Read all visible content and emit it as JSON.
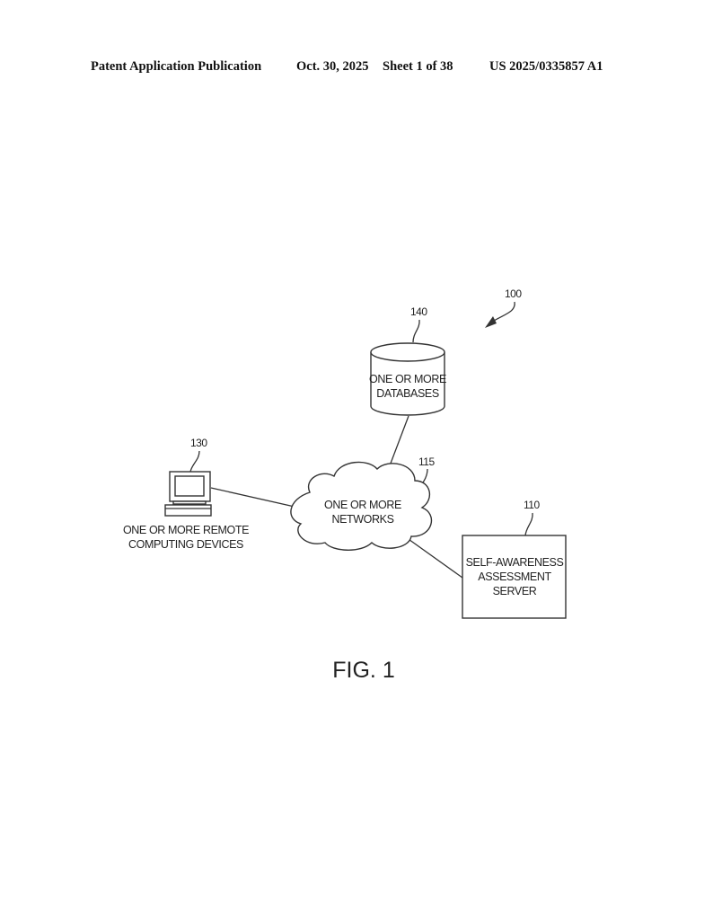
{
  "header": {
    "publication": "Patent Application Publication",
    "date": "Oct. 30, 2025",
    "sheet": "Sheet 1 of 38",
    "number": "US 2025/0335857 A1"
  },
  "diagram": {
    "system_ref": "100",
    "nodes": {
      "database": {
        "ref": "140",
        "line1": "ONE OR MORE",
        "line2": "DATABASES",
        "icon": "database-cylinder-icon"
      },
      "network": {
        "ref": "115",
        "line1": "ONE OR MORE",
        "line2": "NETWORKS",
        "icon": "cloud-icon"
      },
      "remote_devices": {
        "ref": "130",
        "line1": "ONE OR MORE REMOTE",
        "line2": "COMPUTING DEVICES",
        "icon": "computer-icon"
      },
      "server": {
        "ref": "110",
        "line1": "SELF-AWARENESS",
        "line2": "ASSESSMENT",
        "line3": "SERVER"
      }
    },
    "connections": [
      [
        "database",
        "network"
      ],
      [
        "remote_devices",
        "network"
      ],
      [
        "network",
        "server"
      ]
    ],
    "caption": "FIG. 1"
  }
}
